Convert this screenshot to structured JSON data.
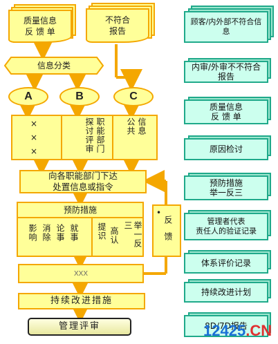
{
  "flow": {
    "input_quality_feedback": "质量信息\n反 馈 单",
    "input_nonconformance": "不符合\n报告",
    "classify": "信息分类",
    "class_a": "A",
    "class_b": "B",
    "class_c": "C",
    "col_a": "×××",
    "col_b_1": "探讨评审",
    "col_b_2": "职能部门",
    "col_c_1": "公共",
    "col_c_2": "信息",
    "dispatch": "向各职能部门下达\n处置信息或指令",
    "preventive_title": "预防措施",
    "preventive_col1": "影响",
    "preventive_col2": "消除",
    "preventive_col3": "论事",
    "preventive_col4": "就事",
    "preventive_col5": "提识",
    "preventive_col6": "高认",
    "preventive_col7": "举一反三",
    "feedback_bullet": "•",
    "feedback": "反馈",
    "xxx": "XXX",
    "continuous": "持续改进措施",
    "review": "管理评审"
  },
  "records": [
    "顾客/内外部不符合信息",
    "内审/外审不不符合报告",
    "质量信息\n反 馈 单",
    "原因检讨",
    "预防措施\n举一反三",
    "管理者代表\n责任人的验证记录",
    "体系评价记录",
    "持续改进计划",
    "8D/7D报告"
  ],
  "watermark": {
    "text_main": "12425",
    "text_dot": ".",
    "text_cn": "CN",
    "color_main": "#1a6fd6",
    "color_cn": "#e03030"
  },
  "colors": {
    "flow_fill": "#ffff99",
    "flow_border": "#f4a700",
    "arrow": "#f4a700",
    "record_fill": "#ccffee",
    "record_border": "#1fa98a"
  }
}
